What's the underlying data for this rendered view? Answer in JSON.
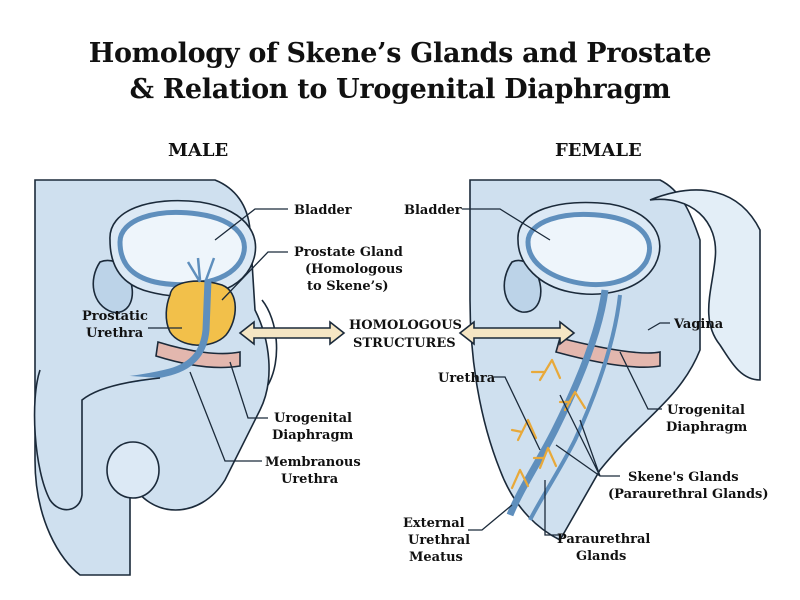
{
  "title": {
    "line1": "Homology of Skene’s Glands and Prostate",
    "line2": "& Relation to Urogenital Diaphragm"
  },
  "male": {
    "heading": "MALE",
    "labels": {
      "bladder": "Bladder",
      "prostate": [
        "Prostate Gland",
        "(Homologous",
        "to Skene’s)"
      ],
      "prostatic_urethra": [
        "Prostatic",
        "Urethra"
      ],
      "urogenital_diaphragm": [
        "Urogenital",
        "Diaphragm"
      ],
      "membranous_urethra": [
        "Membranous",
        "Urethra"
      ]
    }
  },
  "center": {
    "homologous": [
      "HOMOLOGOUS",
      "STRUCTURES"
    ]
  },
  "female": {
    "heading": "FEMALE",
    "labels": {
      "bladder": "Bladder",
      "vagina": "Vagina",
      "urethra": "Urethra",
      "urogenital_diaphragm": [
        "Urogenital",
        "Diaphragm"
      ],
      "skenes_glands": [
        "Skene's Glands",
        "(Paraurethral Glands)"
      ],
      "external_meatus": [
        "External",
        "Urethral",
        "Meatus"
      ],
      "paraurethral_glands": [
        "Paraurethral",
        "Glands"
      ]
    }
  },
  "colors": {
    "tissue": "#cfe0ef",
    "tissue_light": "#e3eef7",
    "outline": "#1b2a3a",
    "urethra": "#5f8fbd",
    "prostate": "#f2c04a",
    "diaphragm": "#e3b7ae",
    "gland": "#e8a93a",
    "arrow_fill": "#f5e6c4"
  }
}
